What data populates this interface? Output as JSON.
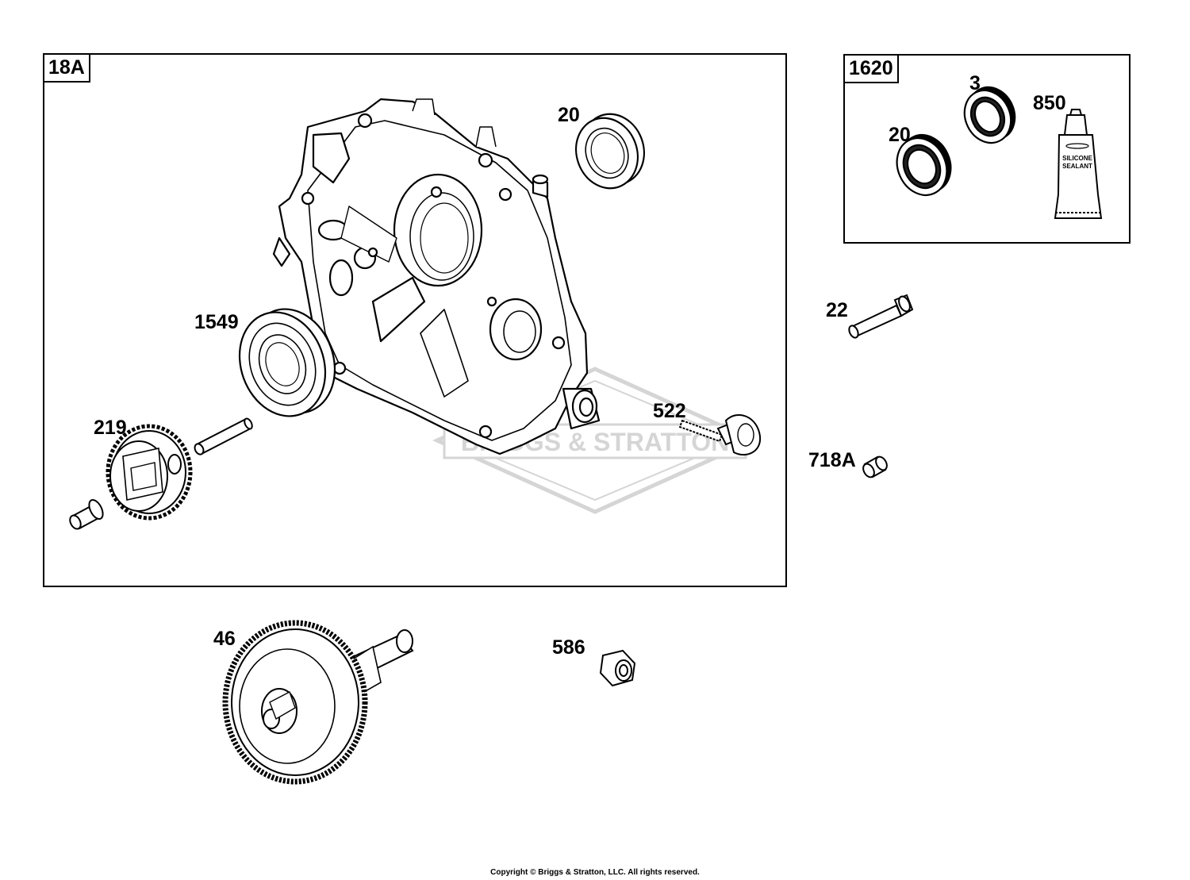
{
  "groups": [
    {
      "id": "18A",
      "label": "18A"
    },
    {
      "id": "1620",
      "label": "1620"
    }
  ],
  "callouts": {
    "p20a": "20",
    "p1549": "1549",
    "p219": "219",
    "p522": "522",
    "p20b": "20",
    "p3": "3",
    "p850": "850",
    "p22": "22",
    "p718a": "718A",
    "p46": "46",
    "p586": "586"
  },
  "sealant": {
    "line1": "SILICONE",
    "line2": "SEALANT"
  },
  "watermark": "BRIGGS & STRATTON",
  "copyright": "Copyright © Briggs & Stratton, LLC. All rights reserved."
}
